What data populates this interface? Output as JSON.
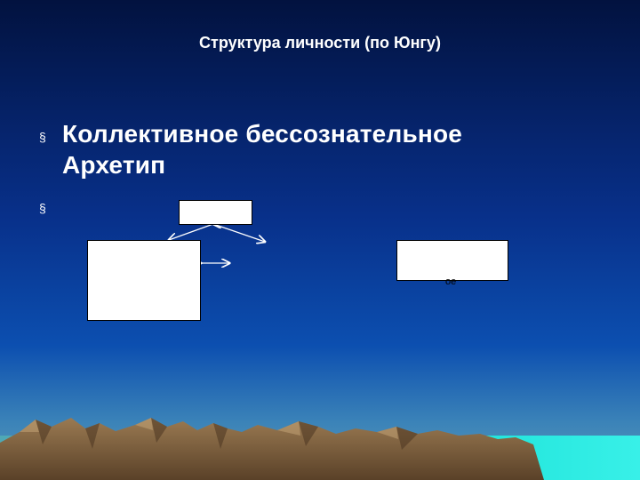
{
  "slide": {
    "title": "Структура личности (по Юнгу)",
    "bullets": [
      {
        "marker": "§",
        "lines": [
          "Коллективное бессознательное",
          "Архетип"
        ]
      },
      {
        "marker": "§",
        "lines": []
      }
    ],
    "fragment_text": "ое"
  },
  "colors": {
    "sky_top": "#02123f",
    "sky_mid": "#0a3b9c",
    "sky_low": "#2d6fb8",
    "sea": "#1de3d9",
    "mountain": "#7a5c3a"
  }
}
